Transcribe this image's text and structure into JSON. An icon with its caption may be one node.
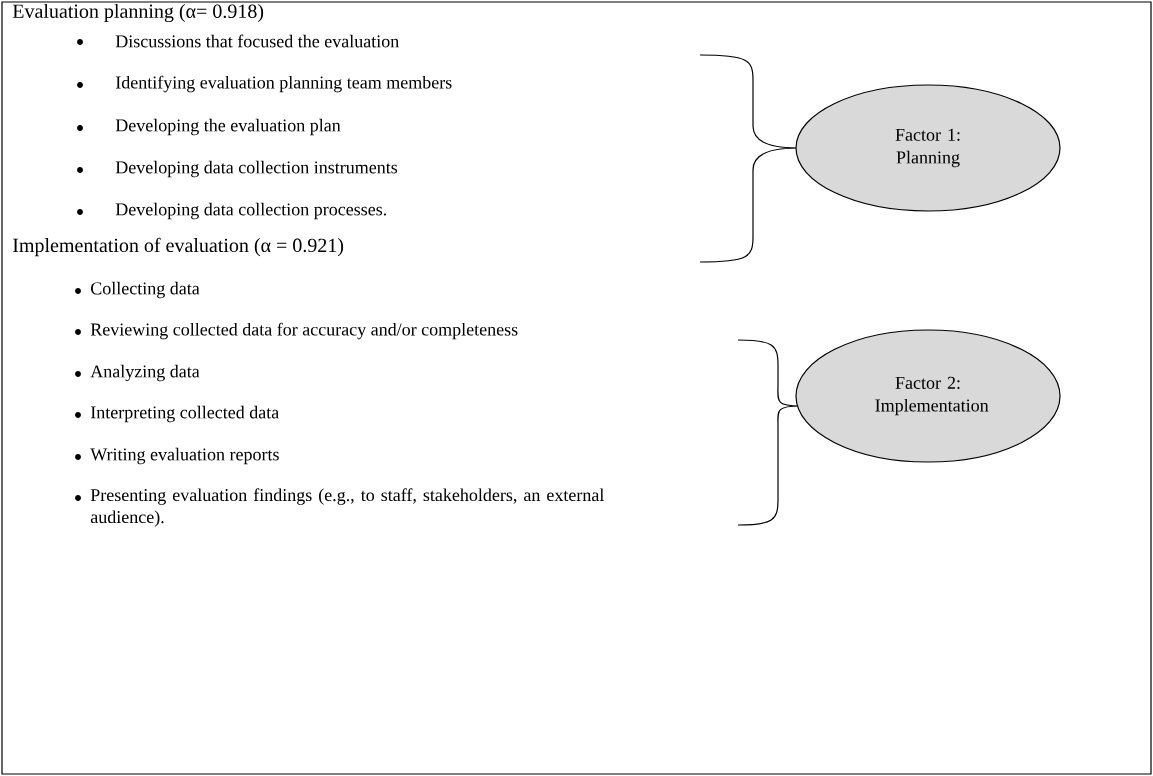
{
  "diagram": {
    "nodes": [
      {
        "text": [
          "Factor 1: Planning"
        ]
      },
      {
        "text": [
          "Factor 2: Implementation"
        ]
      }
    ],
    "labels": [
      "Evaluation planning (α= 0.918)",
      "Discussions that focused the evaluation",
      "Identifying evaluation planning team members",
      "Developing the evaluation plan",
      "Developing data collection instruments",
      "Developing data collection processes.",
      "Implementation of evaluation (α = 0.921)",
      "Collecting data",
      "Reviewing collected data for accuracy and/or completeness",
      "Analyzing data",
      "Interpreting collected data",
      "Writing evaluation reports",
      "Presenting evaluation findings (e.g., to staff, stakeholders, an external audience)."
    ]
  }
}
